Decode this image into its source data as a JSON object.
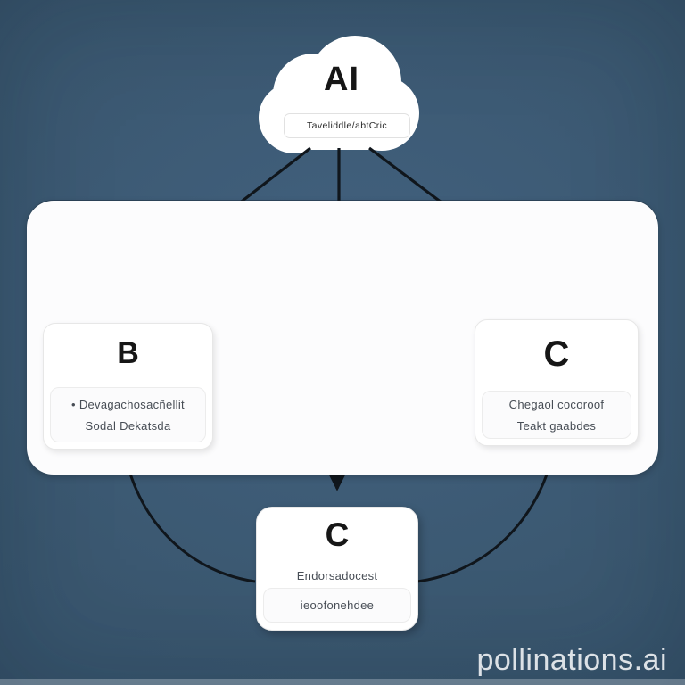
{
  "top_cloud": {
    "title": "AI",
    "sublabel": "Taveliddle/abtCric"
  },
  "boxes": {
    "b": {
      "title": "B",
      "bullet": "•",
      "line1": "Devagachosacñellit",
      "line2": "Sodal Dekatsda"
    },
    "c": {
      "title": "C",
      "line1": "Chegaol cocoroof",
      "line2": "Teakt gaabdes"
    },
    "bottom": {
      "title": "C",
      "line1": "Endorsadocest",
      "line2": "ieoofonehdee"
    }
  },
  "watermark": {
    "label": "pollinations.ai"
  },
  "icons": {
    "top": "cloud-icon",
    "center": "cloud-icon"
  },
  "colors": {
    "background": "#34506b",
    "background_center": "#42617f",
    "panel": "#fcfcfd",
    "box_fill": "#ffffff",
    "box_border": "#e7e7e7",
    "arrow": "#10161c",
    "text_dark": "#161616",
    "text_muted": "#474d55",
    "watermark": "#dce1e6"
  }
}
